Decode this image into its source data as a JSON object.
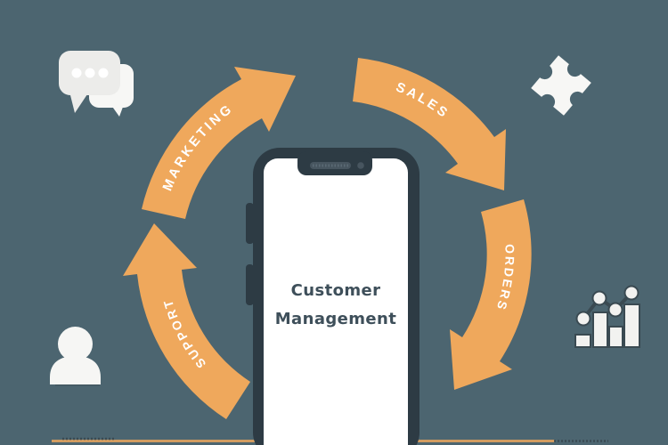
{
  "title": "Customer Management cycle illustration",
  "phone": {
    "screen_line1": "Customer",
    "screen_line2": "Management"
  },
  "cycle": {
    "labels": {
      "marketing": "MARKETING",
      "sales": "SALES",
      "orders": "ORDERS",
      "support": "SUPPORT"
    }
  },
  "icons": {
    "top_left": "chat-bubbles-icon",
    "top_right": "puzzle-piece-icon",
    "bottom_right": "bar-chart-trend-icon",
    "bottom_left": "person-icon"
  },
  "colors": {
    "background": "#4C6570",
    "arrow_orange": "#EFA85C",
    "phone_frame": "#2D3B44",
    "phone_screen": "#FFFFFF",
    "screen_text": "#3E4F5A",
    "icon_light": "#F2F2F0",
    "icon_dark": "#3A4A52",
    "ground_line": "#D29C61"
  }
}
